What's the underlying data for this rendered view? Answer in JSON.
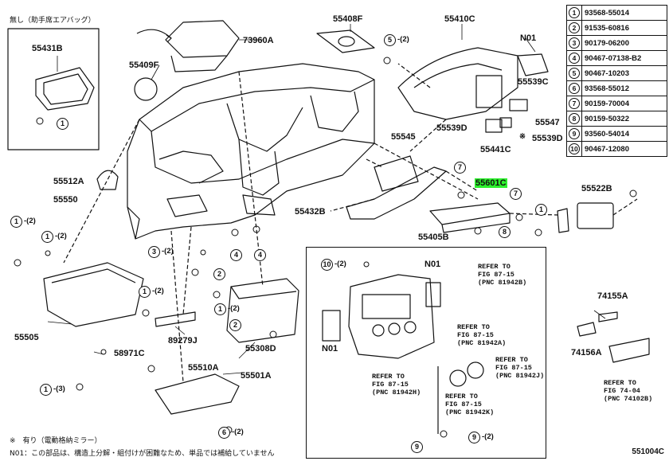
{
  "header_note": "無し（助手席エアバッグ）",
  "parts_table": [
    {
      "key": "1",
      "part": "93568-55014"
    },
    {
      "key": "2",
      "part": "91535-60816"
    },
    {
      "key": "3",
      "part": "90179-06200"
    },
    {
      "key": "4",
      "part": "90467-07138-B2"
    },
    {
      "key": "5",
      "part": "90467-10203"
    },
    {
      "key": "6",
      "part": "93568-55012"
    },
    {
      "key": "7",
      "part": "90159-70004"
    },
    {
      "key": "8",
      "part": "90159-50322"
    },
    {
      "key": "9",
      "part": "93560-54014"
    },
    {
      "key": "10",
      "part": "90467-12080"
    }
  ],
  "labels": {
    "p55431B": "55431B",
    "p73960A": "73960A",
    "p55409F": "55409F",
    "p55408F": "55408F",
    "p55410C": "55410C",
    "pN01a": "N01",
    "p55539C": "55539C",
    "p55547": "55547",
    "p55539Da": "55539D",
    "p55539Db": "55539D",
    "p55441C": "55441C",
    "p55545": "55545",
    "p55512A": "55512A",
    "p55550": "55550",
    "p55601C": "55601C",
    "p55522B": "55522B",
    "p55432B": "55432B",
    "p55405B": "55405B",
    "p55505": "55505",
    "p58971C": "58971C",
    "p89279J": "89279J",
    "p55308D": "55308D",
    "p55510A": "55510A",
    "p55501A": "55501A",
    "pN01b": "N01",
    "pN01c": "N01",
    "p74155A": "74155A",
    "p74156A": "74156A"
  },
  "callouts": {
    "c5": "5",
    "c1a": "1",
    "c1b": "1",
    "c1c": "1",
    "c1d": "1",
    "c1e": "1",
    "c1f": "1",
    "c1g": "1",
    "c3": "3",
    "c4a": "4",
    "c4b": "4",
    "c2a": "2",
    "c2b": "2",
    "c7a": "7",
    "c7b": "7",
    "c8": "8",
    "c10": "10",
    "c6": "6",
    "c9a": "9",
    "c9b": "9"
  },
  "qty_marks": {
    "q5": "-(2)",
    "q1a": "-(2)",
    "q1b": "-(2)",
    "q3": "-(2)",
    "q1c": "-(2)",
    "q1d": "-(2)",
    "q1e": "-(3)",
    "q6": "-(2)",
    "q9": "-(2)",
    "q10": "-(2)"
  },
  "refs": {
    "r1": "REFER TO\nFIG 87-15\n(PNC 81942B)",
    "r2": "REFER TO\nFIG 87-15\n(PNC 81942A)",
    "r3": "REFER TO\nFIG 87-15\n(PNC 81942J)",
    "r4": "REFER TO\nFIG 87-15\n(PNC 81942H)",
    "r5": "REFER TO\nFIG 87-15\n(PNC 81942K)",
    "r6": "REFER TO\nFIG 74-04\n(PNC 74102B)"
  },
  "special_marks": {
    "x_mark": "※"
  },
  "notes": {
    "note1": "※　有り（電動格納ミラー）",
    "note2": "N01：この部品は、構造上分解・組付けが困難なため、単品では補給していません"
  },
  "footer_code": "551004C",
  "colors": {
    "highlight": "#2df02d",
    "line": "#111111"
  }
}
